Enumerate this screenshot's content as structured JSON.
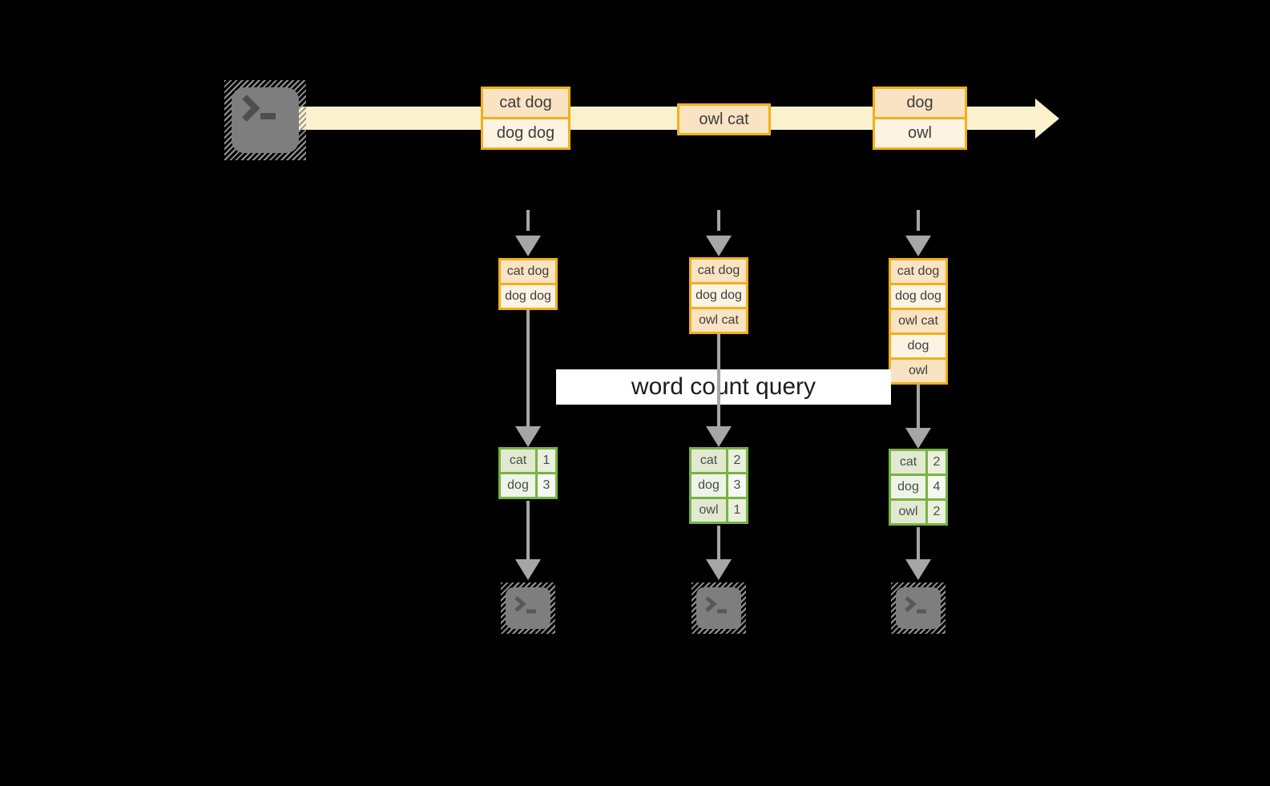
{
  "stream": {
    "source_icon": "terminal",
    "batches": [
      {
        "cells": [
          "cat dog",
          "dog dog"
        ]
      },
      {
        "cells": [
          "owl cat"
        ]
      },
      {
        "cells": [
          "dog",
          "owl"
        ]
      }
    ]
  },
  "query": {
    "label": "word count query"
  },
  "columns": [
    {
      "state_cells": [
        "cat dog",
        "dog dog"
      ],
      "count_rows": [
        {
          "word": "cat",
          "count": "1"
        },
        {
          "word": "dog",
          "count": "3"
        }
      ]
    },
    {
      "state_cells": [
        "cat dog",
        "dog dog",
        "owl cat"
      ],
      "count_rows": [
        {
          "word": "cat",
          "count": "2"
        },
        {
          "word": "dog",
          "count": "3"
        },
        {
          "word": "owl",
          "count": "1"
        }
      ]
    },
    {
      "state_cells": [
        "cat dog",
        "dog dog",
        "owl cat",
        "dog",
        "owl"
      ],
      "count_rows": [
        {
          "word": "cat",
          "count": "2"
        },
        {
          "word": "dog",
          "count": "4"
        },
        {
          "word": "owl",
          "count": "2"
        }
      ]
    }
  ],
  "colors": {
    "accent_orange": "#f0b01c",
    "fill_peach": "#fae3c2",
    "fill_cream": "#fdf3e3",
    "stream_band": "#fcf1cd",
    "green_border": "#79b342",
    "green_fill_dark": "#e1ead1",
    "green_fill_light": "#eff4e8",
    "arrow_gray": "#a6a6a6",
    "terminal_gray": "#7e7e7e",
    "background": "#000000"
  }
}
